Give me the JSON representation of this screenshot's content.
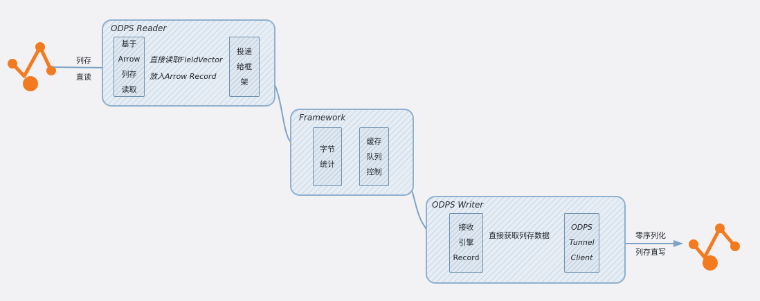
{
  "colors": {
    "background": "#f2f2f4",
    "container_border": "#8fb0ce",
    "arrow": "#7ea3c4",
    "source_icon": "#f47a1f"
  },
  "icons": {
    "source": "orange-zigzag-node-icon",
    "sink": "orange-zigzag-node-icon"
  },
  "reader": {
    "title": "ODPS Reader",
    "arrow_reader_node": "基于\nArrow\n列存\n读取",
    "deliver_node": "投递\n给框\n架",
    "link_label": "直接读取FieldVector\n放入Arrow Record"
  },
  "framework": {
    "title": "Framework",
    "stats_node": "字节\n统计",
    "queue_node": "缓存\n队列\n控制"
  },
  "writer": {
    "title": "ODPS Writer",
    "engine_node": "接收\n引擎\nRecord",
    "tunnel_node": "ODPS\nTunnel\nClient",
    "link_label": "直接获取列存数据"
  },
  "source_label": "列存\n直读",
  "sink_label": "零序列化\n列存直写"
}
